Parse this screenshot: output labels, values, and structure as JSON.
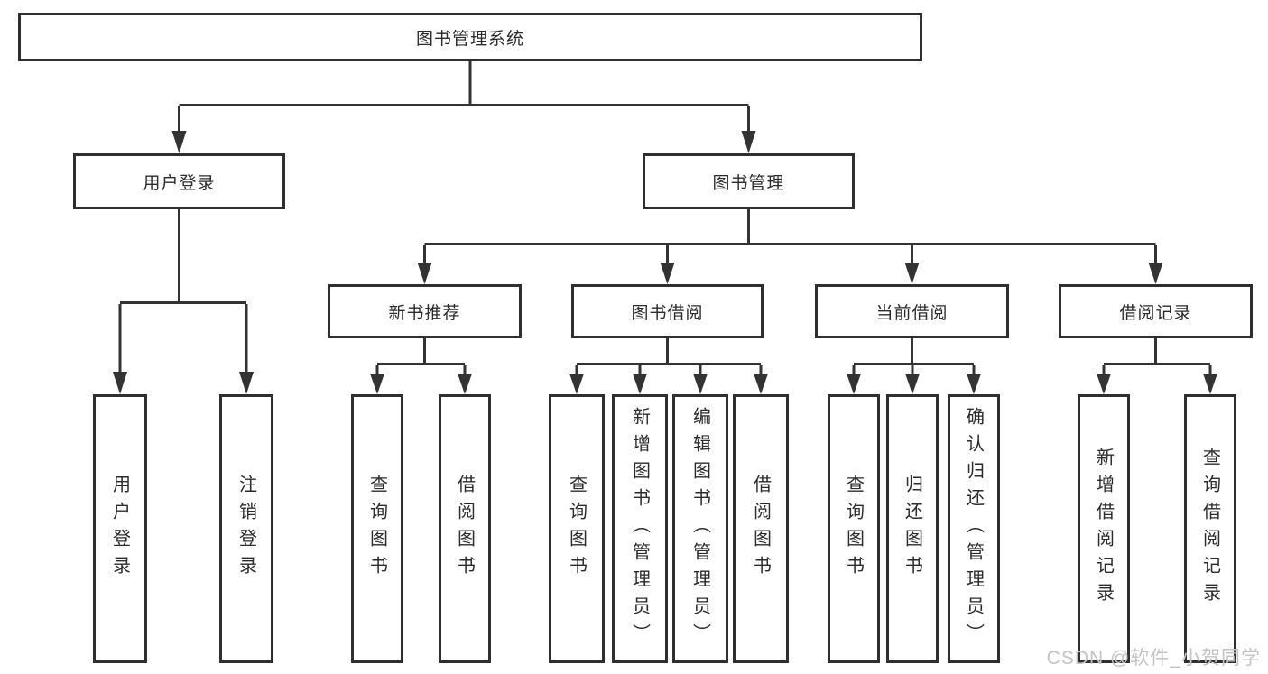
{
  "colors": {
    "line": "#333333",
    "box_border": "#2f2f2f",
    "text": "#2b2b2b",
    "watermark": "#c4c4c4",
    "background": "#ffffff"
  },
  "watermark": "CSDN @软件_小贺同学",
  "tree": {
    "root": "图书管理系统",
    "branches": [
      {
        "label": "用户登录",
        "children": [
          "用户登录",
          "注销登录"
        ]
      },
      {
        "label": "图书管理",
        "groups": [
          {
            "label": "新书推荐",
            "children": [
              "查询图书",
              "借阅图书"
            ]
          },
          {
            "label": "图书借阅",
            "children": [
              "查询图书",
              "新增图书（管理员）",
              "编辑图书（管理员）",
              "借阅图书"
            ]
          },
          {
            "label": "当前借阅",
            "children": [
              "查询图书",
              "归还图书",
              "确认归还（管理员）"
            ]
          },
          {
            "label": "借阅记录",
            "children": [
              "新增借阅记录",
              "查询借阅记录"
            ]
          }
        ]
      }
    ]
  }
}
